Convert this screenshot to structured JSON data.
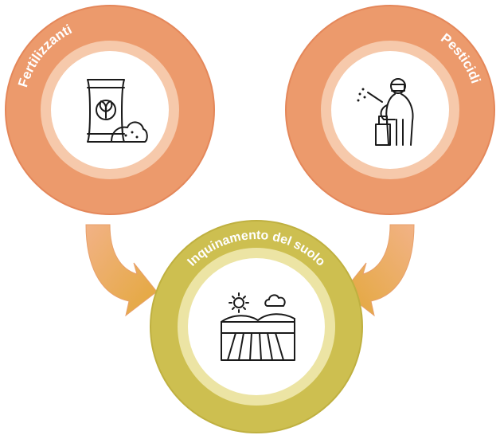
{
  "nodes": [
    {
      "id": "fertilizers",
      "label": "Fertilizzanti",
      "icon": "fertilizer-bag-icon",
      "ring_color": "#ec9a6c",
      "ring_edge": "#e4875a",
      "inner_ring_color": "#f6c9ab"
    },
    {
      "id": "pesticides",
      "label": "Pesticidi",
      "icon": "pesticide-sprayer-icon",
      "ring_color": "#ec9a6c",
      "ring_edge": "#e4875a",
      "inner_ring_color": "#f6c9ab"
    },
    {
      "id": "soil_pollution",
      "label": "Inquinamento del suolo",
      "icon": "farmland-icon",
      "ring_color": "#cdbf50",
      "ring_edge": "#bfb040",
      "inner_ring_color": "#ece4a4"
    }
  ],
  "edges": [
    {
      "from": "fertilizers",
      "to": "soil_pollution",
      "arrow_icon": "curved-arrow-icon"
    },
    {
      "from": "pesticides",
      "to": "soil_pollution",
      "arrow_icon": "curved-arrow-icon"
    }
  ],
  "colors": {
    "arrow_start": "#f2b286",
    "arrow_end": "#e3a83a",
    "background": "#ffffff"
  }
}
